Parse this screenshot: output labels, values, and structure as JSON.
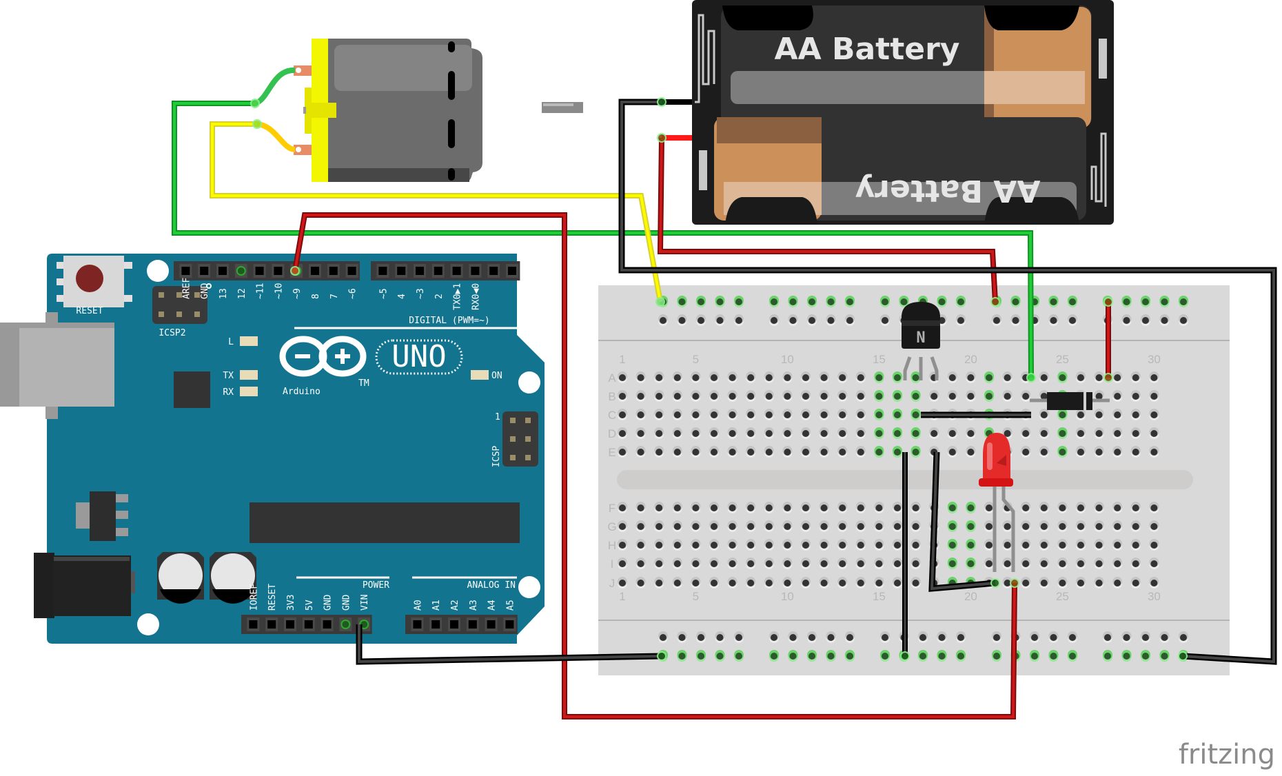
{
  "app": {
    "watermark": "fritzing"
  },
  "arduino": {
    "reset_label": "RESET",
    "icsp2_label": "ICSP2",
    "icsp_label": "ICSP",
    "icsp_pin1": "1",
    "digital_header_title": "DIGITAL (PWM=~)",
    "digital_pins": [
      "AREF",
      "GND",
      "13",
      "12",
      "~11",
      "~10",
      "~9",
      "8",
      "7",
      "~6",
      "~5",
      "4",
      "~3",
      "2",
      "TX0▶1",
      "RX0◀0"
    ],
    "power_title": "POWER",
    "power_pins": [
      "IOREF",
      "RESET",
      "3V3",
      "5V",
      "GND",
      "GND",
      "VIN"
    ],
    "analog_title": "ANALOG IN",
    "analog_pins": [
      "A0",
      "A1",
      "A2",
      "A3",
      "A4",
      "A5"
    ],
    "leds": {
      "l": "L",
      "tx": "TX",
      "rx": "RX",
      "on": "ON"
    },
    "logo_brand": "Arduino",
    "logo_tm": "TM",
    "logo_model": "UNO",
    "board_color": "#137490"
  },
  "battery": {
    "cell_top_label": "AA Battery",
    "cell_bottom_label": "AA Battery"
  },
  "breadboard": {
    "column_numbers": [
      "1",
      "5",
      "10",
      "15",
      "20",
      "25",
      "30"
    ],
    "rows_top": [
      "A",
      "B",
      "C",
      "D",
      "E"
    ],
    "rows_bottom": [
      "F",
      "G",
      "H",
      "I",
      "J"
    ],
    "columns": 30
  },
  "components": {
    "transistor_label": "N",
    "motor": "DC Motor",
    "diode": "Diode",
    "led": "Red LED"
  },
  "wires": {
    "colors": {
      "green": "#1fbf2f",
      "yellow": "#f2ee00",
      "red": "#c81414",
      "black": "#2b2b2b"
    }
  }
}
